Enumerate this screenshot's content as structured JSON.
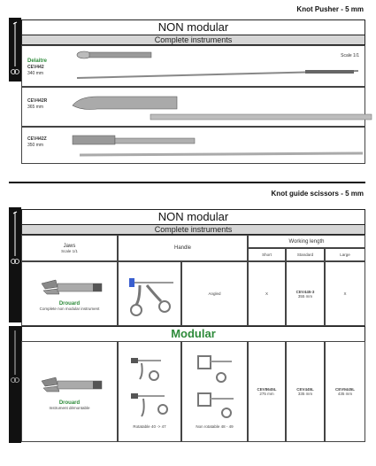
{
  "section1": {
    "title": "Knot Pusher - 5 mm",
    "band_main": "NON modular",
    "band_sub": "Complete instruments",
    "scale": "Scale 1/1",
    "rows": [
      {
        "name": "Delaitre",
        "code": "CEV442",
        "size": "340 mm"
      },
      {
        "code": "CEV442R",
        "size": "365 mm"
      },
      {
        "code": "CEV442Z",
        "size": "350 mm"
      }
    ]
  },
  "section2": {
    "title": "Knot guide scissors - 5 mm",
    "band_main": "NON modular",
    "band_sub": "Complete instruments",
    "headers": {
      "jaws": "Jaws",
      "jaws_scale": "Scale 1/1",
      "handle": "Handle",
      "working_length": "Working length",
      "short": "Short",
      "standard": "Standard",
      "large": "Large"
    },
    "nonmodular_row": {
      "name": "Drouard",
      "desc": "Complete non modular instrument",
      "handle_type": "Angled",
      "short": "X",
      "standard_code": "CEV445-3",
      "standard_size": "355 mm",
      "large": "X"
    },
    "modular_band": "Modular",
    "modular_row": {
      "name": "Drouard",
      "desc": "Instrument démontable",
      "rotatable": "Rotatable 40 -> 47",
      "non_rotatable": "Non rotatable 48 - 49",
      "short_code": "CEV8645L",
      "short_size": "275 mm",
      "standard_code": "CEV445L",
      "standard_size": "335 mm",
      "large_code": "CEV9445L",
      "large_size": "435 mm"
    }
  }
}
